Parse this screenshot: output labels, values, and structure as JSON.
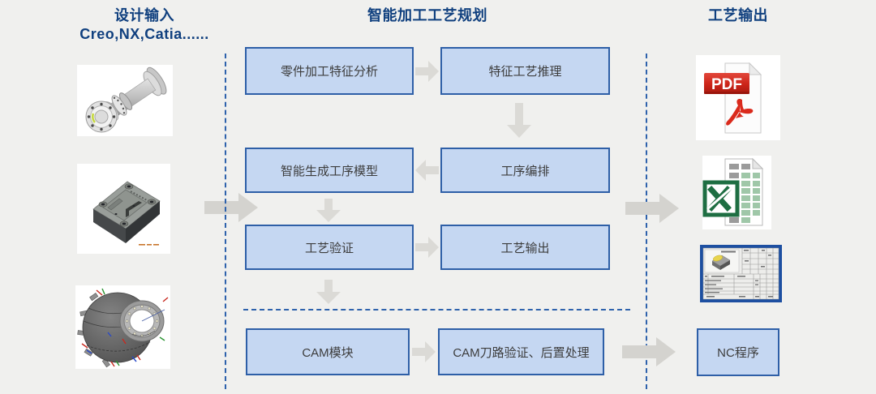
{
  "colors": {
    "background": "#f0f0ee",
    "title_blue": "#10407f",
    "box_fill": "#c5d7f2",
    "box_border": "#2e5fa7",
    "box_text": "#3d3d3d",
    "arrow_gray": "#d9d8d4",
    "dashed_line_blue": "#2e62ac",
    "pdf_red": "#cc2418",
    "excel_green": "#1e6e42"
  },
  "left_panel": {
    "title_line1": "设计输入",
    "title_line2": "Creo,NX,Catia......",
    "images": [
      {
        "name": "shaft-flange-part"
      },
      {
        "name": "machined-plate-part"
      },
      {
        "name": "engine-casing-part"
      }
    ]
  },
  "center_panel": {
    "title": "智能加工工艺规划",
    "boxes": {
      "feature_analysis": "零件加工特征分析",
      "feature_inference": "特征工艺推理",
      "model_generation": "智能生成工序模型",
      "sequencing": "工序编排",
      "verification": "工艺验证",
      "output": "工艺输出",
      "cam_module": "CAM模块",
      "cam_post": "CAM刀路验证、后置处理"
    }
  },
  "right_panel": {
    "title": "工艺输出",
    "pdf_label": "PDF",
    "outputs": [
      {
        "name": "pdf-document-icon"
      },
      {
        "name": "excel-document-icon"
      },
      {
        "name": "process-card-image"
      }
    ],
    "nc_program": "NC程序"
  }
}
